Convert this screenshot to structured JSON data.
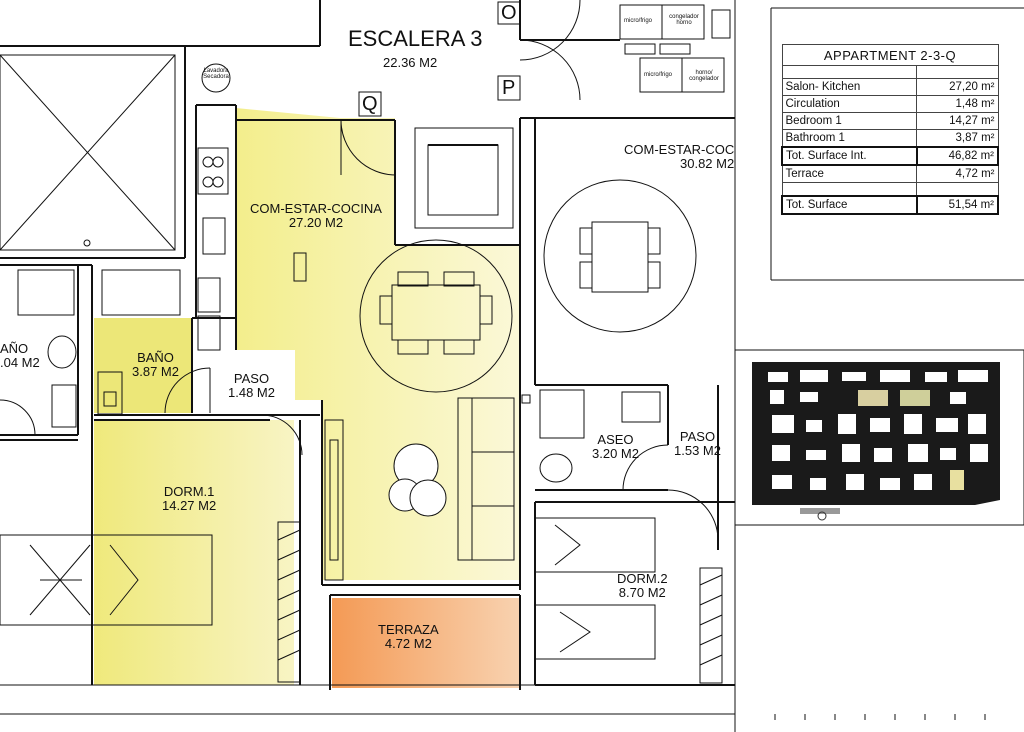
{
  "stairs": {
    "name": "ESCALERA 3",
    "area": "22.36 M2",
    "markers": [
      "O",
      "P",
      "Q"
    ]
  },
  "rooms": {
    "com_estar_cocina": {
      "name": "COM-ESTAR-COCINA",
      "area": "27.20 M2"
    },
    "com_estar_coc_right": {
      "name": "COM-ESTAR-COC",
      "area": "30.82 M2"
    },
    "bano": {
      "name": "BAÑO",
      "area": "3.87 M2"
    },
    "bano_left": {
      "name": "AÑO",
      "area": ".04 M2"
    },
    "paso": {
      "name": "PASO",
      "area": "1.48 M2"
    },
    "dorm1": {
      "name": "DORM.1",
      "area": "14.27 M2"
    },
    "terraza": {
      "name": "TERRAZA",
      "area": "4.72 M2"
    },
    "aseo": {
      "name": "ASEO",
      "area": "3.20 M2"
    },
    "paso_right": {
      "name": "PASO",
      "area": "1.53 M2"
    },
    "dorm2": {
      "name": "DORM.2",
      "area": "8.70 M2"
    }
  },
  "appliances": {
    "microfrigo": "micro/frigo",
    "congelador_horno": "congelador horno",
    "horno_congelador": "horno/ congelador",
    "lavadora_secadora": "Lavadora Secadora"
  },
  "summary": {
    "title": "APPARTMENT 2-3-Q",
    "rows": [
      {
        "label": "Salon- Kitchen",
        "value": "27,20 m²"
      },
      {
        "label": "Circulation",
        "value": "1,48 m²"
      },
      {
        "label": "Bedroom 1",
        "value": "14,27 m²"
      },
      {
        "label": "Bathroom 1",
        "value": "3,87 m²"
      },
      {
        "label": "Tot. Surface Int.",
        "value": "46,82 m²"
      },
      {
        "label": "Terrace",
        "value": "4,72 m²"
      },
      {
        "label": "Tot. Surface",
        "value": "51,54 m²"
      }
    ]
  },
  "colors": {
    "living_fill": "#f7f3a8",
    "bath_fill": "#eeea7a",
    "dorm_fill": "#f1ec8c",
    "terrace_fill": "#f2a66a",
    "wall": "#111111"
  }
}
